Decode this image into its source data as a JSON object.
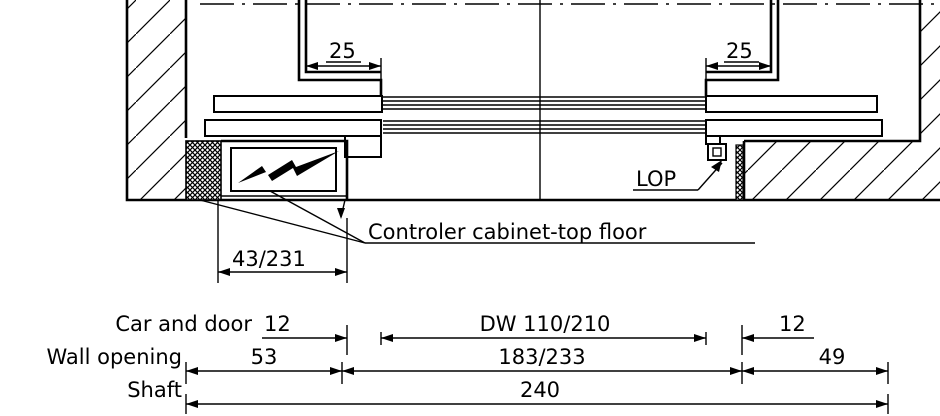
{
  "top_dims": {
    "left_offset": "25",
    "right_offset": "25"
  },
  "labels": {
    "lop": "LOP",
    "cabinet": "Controler cabinet-top floor",
    "cabinet_dim": "43/231"
  },
  "rows": {
    "car_and_door": {
      "title": "Car and door",
      "left": "12",
      "middle": "DW 110/210",
      "right": "12"
    },
    "wall_opening": {
      "title": "Wall opening",
      "left": "53",
      "middle": "183/233",
      "right": "49"
    },
    "shaft": {
      "title": "Shaft",
      "middle": "240"
    }
  }
}
